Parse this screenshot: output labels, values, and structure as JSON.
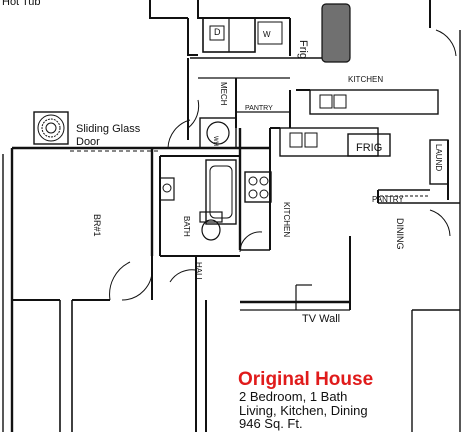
{
  "labels": {
    "hot_tub": "Hot Tub",
    "frig_top": "Frig",
    "kitchen_top": "KITCHEN",
    "mech": "MECH",
    "pantry_top": "PANTRY",
    "wh": "WH",
    "sliding_glass": "Sliding Glass",
    "door": "Door",
    "frig_mid": "FRIG",
    "laund": "LAUND",
    "pantry_right": "PANTRY",
    "kitchen_vertical": "KITCHEN",
    "bath": "BATH",
    "bra": "BR#1",
    "dining": "DINING",
    "hall": "HALL",
    "tv_wall": "TV Wall",
    "dryer": "D",
    "washer": "W"
  },
  "info": {
    "title": "Original House",
    "line1": "2 Bedroom, 1 Bath",
    "line2": "Living, Kitchen, Dining",
    "line3": "946 Sq. Ft."
  },
  "colors": {
    "title": "#e01b1b",
    "frig_fill": "#707070"
  }
}
